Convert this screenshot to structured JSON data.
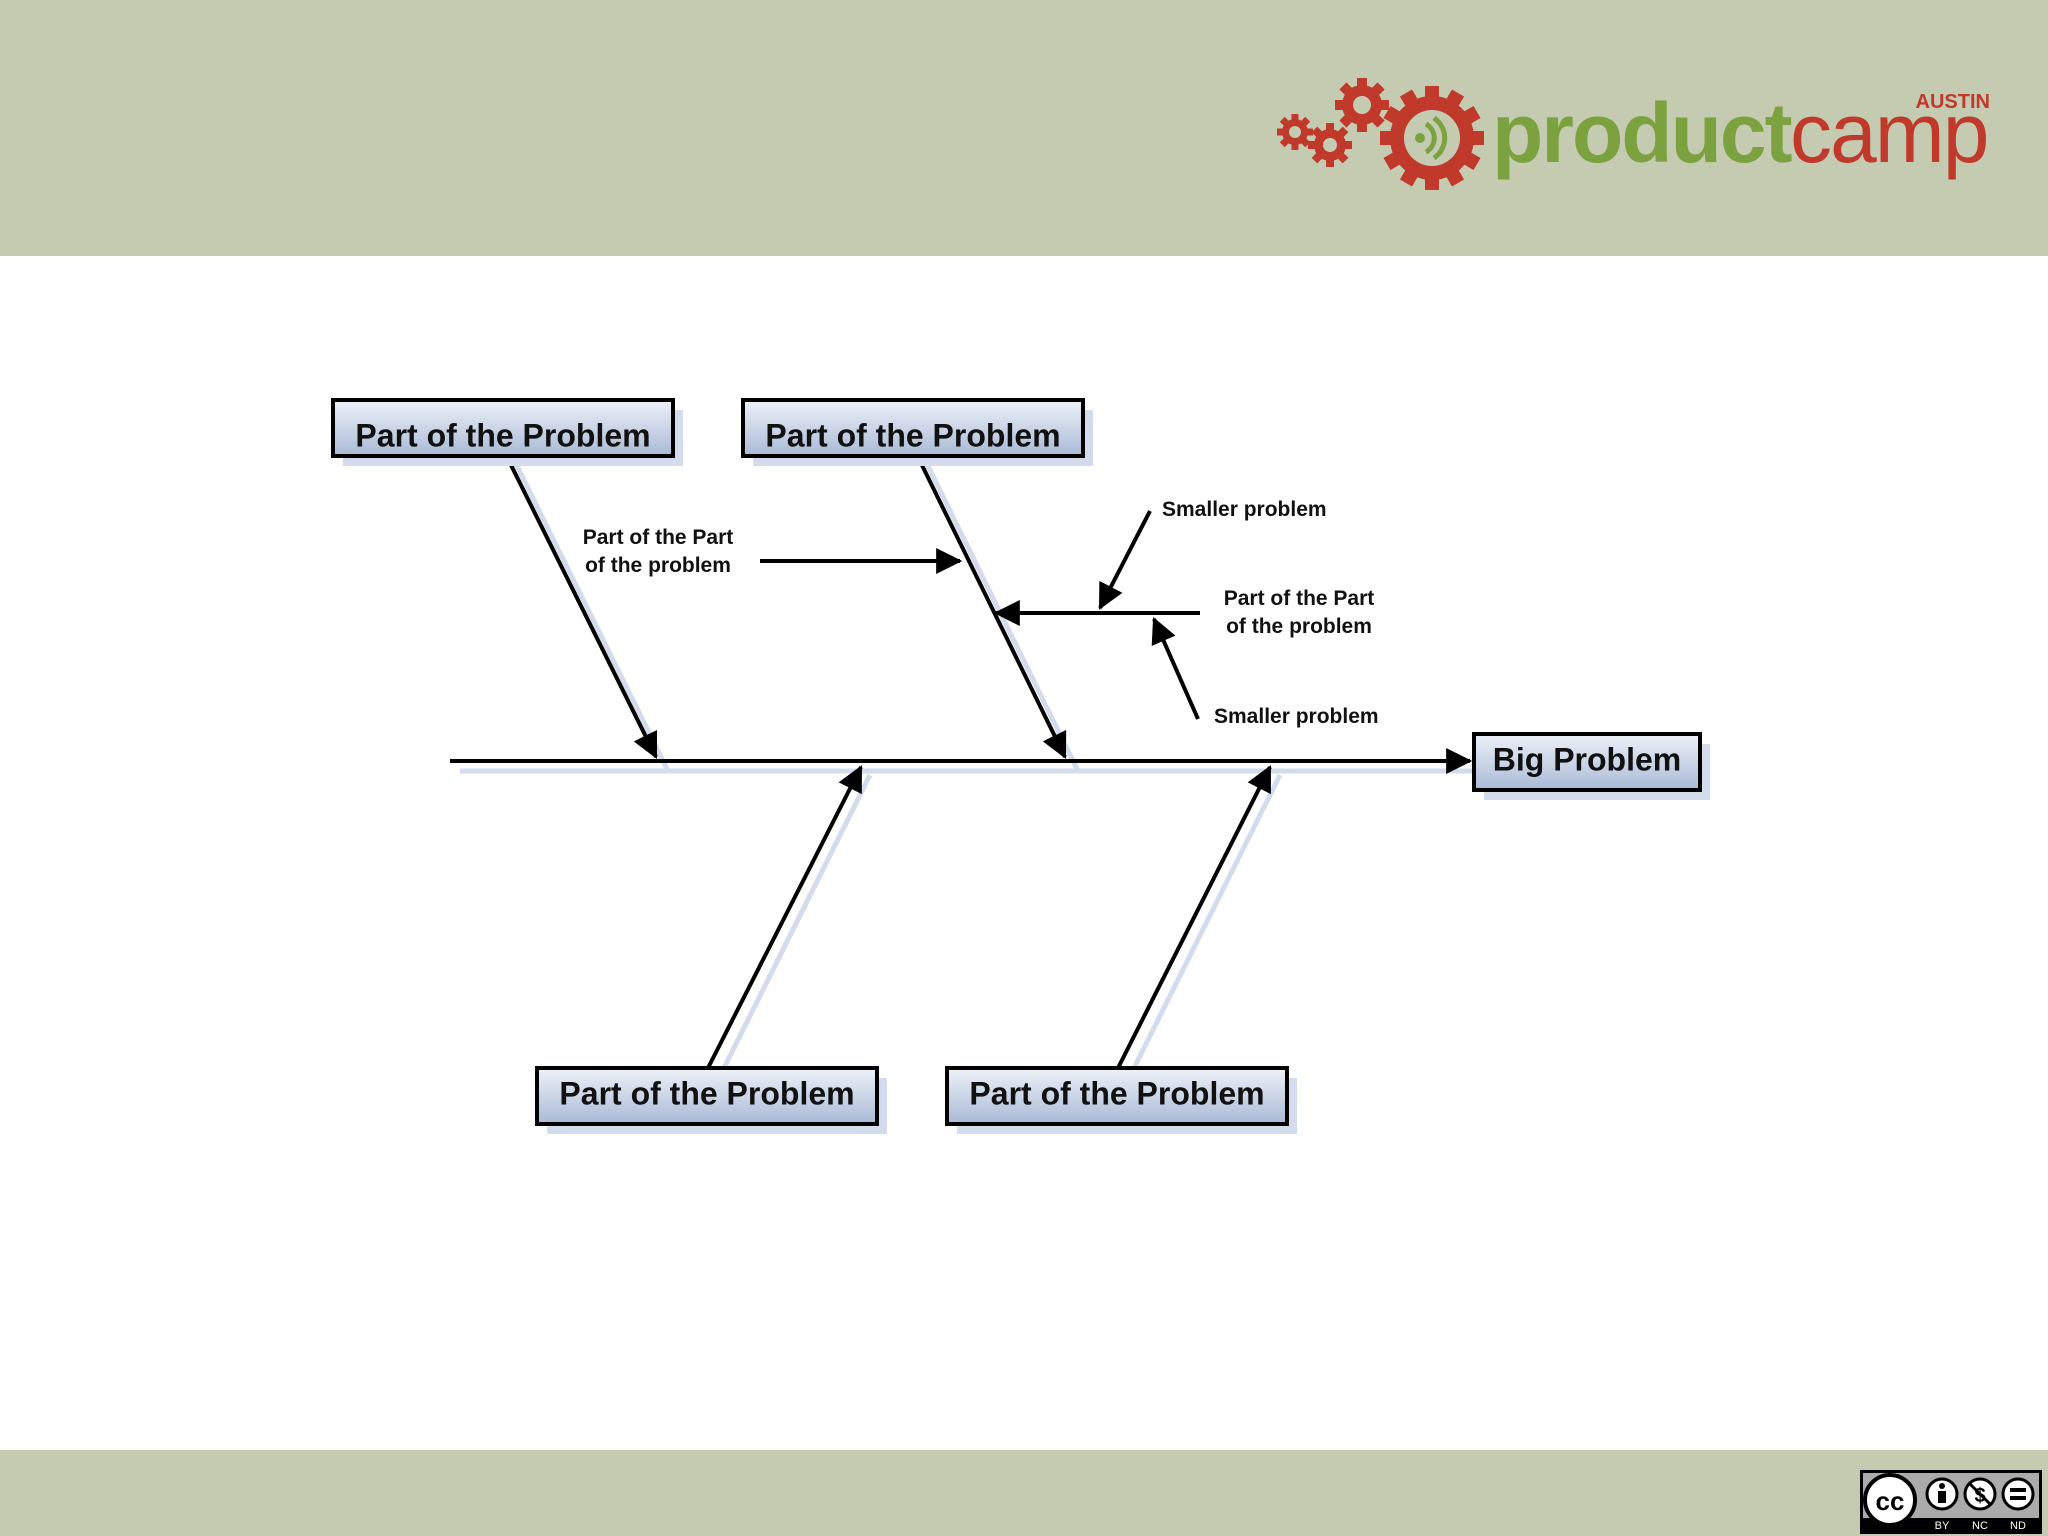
{
  "logo": {
    "word_product": "product",
    "word_camp": "camp",
    "city": "AUSTIN",
    "colors": {
      "green": "#7ba23f",
      "red": "#c0392b"
    },
    "icon": "gears-icon"
  },
  "diagram": {
    "effect": "Big Problem",
    "causes": [
      "Part of the Problem",
      "Part of the Problem",
      "Part of the Problem",
      "Part of the Problem"
    ],
    "sub_cause_left": [
      "Part of the Part",
      "of the problem"
    ],
    "sub_cause_right": [
      "Part of the Part",
      "of the problem"
    ],
    "smaller_problem_top": "Smaller problem",
    "smaller_problem_bottom": "Smaller problem",
    "colors": {
      "box_top": "#eef2f8",
      "box_bottom": "#a9bad6",
      "line": "#000000",
      "shadow": "#d3dbec"
    }
  },
  "footer": {
    "license_badge": {
      "main": "cc",
      "labels": [
        "BY",
        "NC",
        "ND"
      ],
      "icon": "creative-commons-icon"
    }
  }
}
